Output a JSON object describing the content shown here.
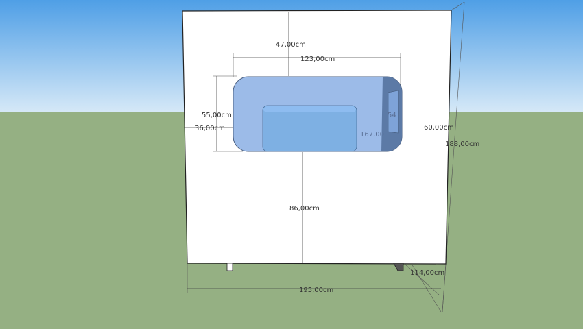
{
  "scene": {
    "sky_top": "#4f9fe6",
    "sky_horizon": "#d5e8f7",
    "ground": "#95b083",
    "panel": "#ffffff",
    "window_fill": "#9cbbe8",
    "inset_fill": "#7eb0e3"
  },
  "dimensions": {
    "top_gap": "47,00cm",
    "window_width": "123,00cm",
    "window_height": "55,00cm",
    "left_gap": "36,00cm",
    "bottom_gap": "86,00cm",
    "total_width": "195,00cm",
    "depth": "114,00cm",
    "side_depth": "60,00cm",
    "total_height": "188,00cm",
    "hidden_width": "167,00",
    "hidden_small": "54"
  }
}
